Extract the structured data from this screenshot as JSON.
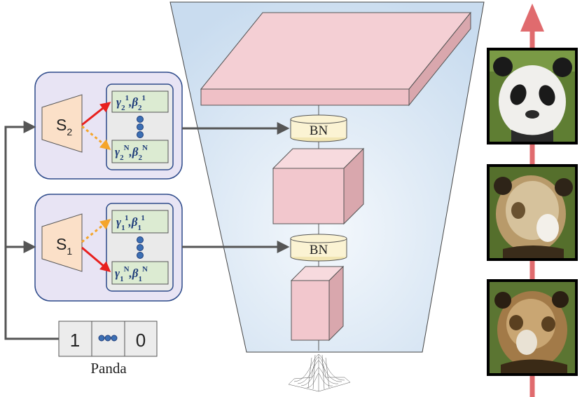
{
  "selector_modules": [
    {
      "name": "S",
      "sub": "2",
      "params_top": {
        "sup": "1"
      },
      "params_bottom": {
        "sup": "N"
      },
      "index": "2"
    },
    {
      "name": "S",
      "sub": "1",
      "params_top": {
        "sup": "1"
      },
      "params_bottom": {
        "sup": "N"
      },
      "index": "1"
    }
  ],
  "bn_labels": [
    "BN",
    "BN"
  ],
  "class_vector": {
    "first": "1",
    "last": "0",
    "caption": "Panda"
  },
  "colors": {
    "panel_fill": "#e8e4f4",
    "panel_stroke": "#2d4a8a",
    "selector_fill": "#fbe0c8",
    "param_fill": "#dcebd2",
    "block_fill": "#f4cfd4",
    "bn_fill": "#fbf3d3",
    "funnel_fill": "#d6e6f4",
    "arrow_red": "#e8201e",
    "arrow_orange": "#f5a52a",
    "arrow_gray": "#555555",
    "dot_blue": "#3c6fb4",
    "progress_arrow": "#e06b6e"
  },
  "icons": [
    "gaussian-surface-icon",
    "panda-photo-icon"
  ]
}
